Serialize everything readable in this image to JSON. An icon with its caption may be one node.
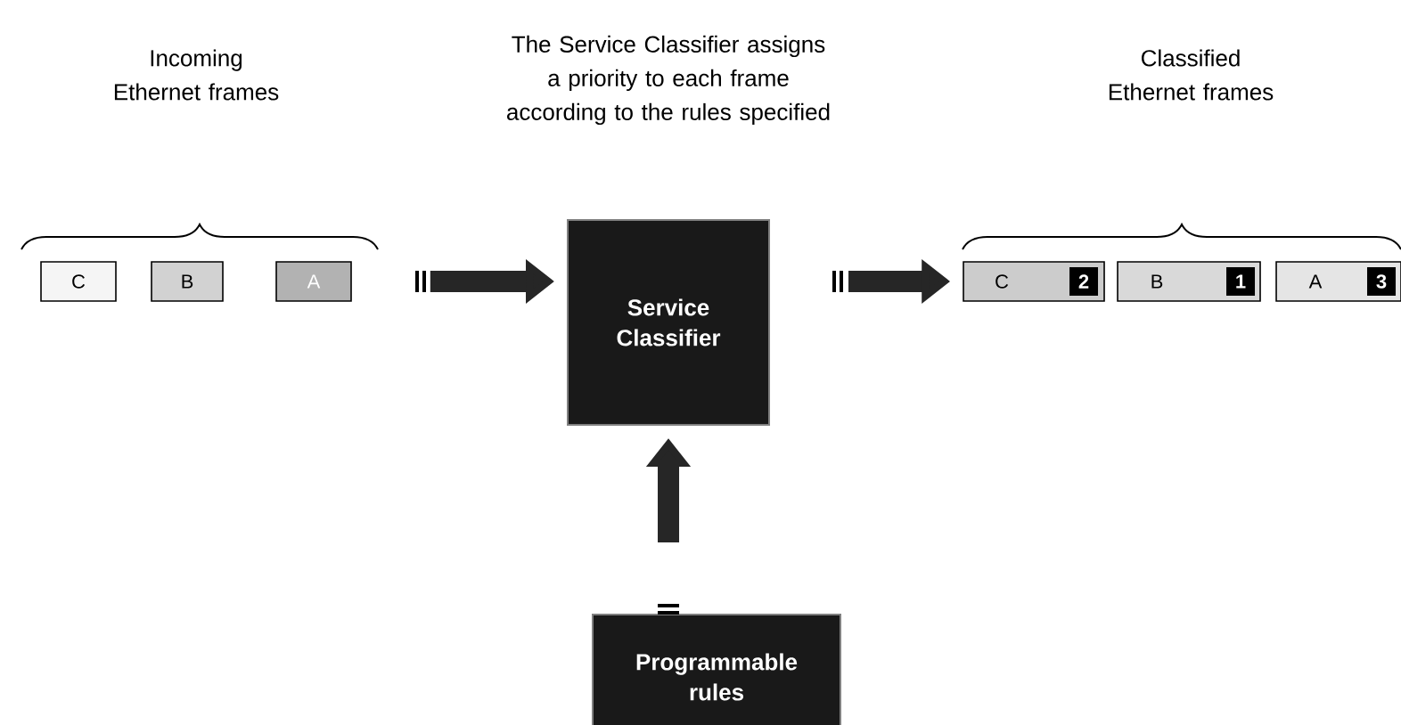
{
  "diagram": {
    "nodes": [
      {
        "text": [
          "C"
        ]
      },
      {
        "text": [
          "B"
        ]
      },
      {
        "text": [
          "A"
        ]
      },
      {
        "text": [
          "Service Classifier"
        ]
      },
      {
        "text": [
          "C",
          "2"
        ]
      },
      {
        "text": [
          "B",
          "1"
        ]
      },
      {
        "text": [
          "A",
          "3"
        ]
      },
      {
        "text": [
          "Programmable rules"
        ]
      }
    ],
    "edges": [
      {
        "from": 2,
        "to": 3,
        "arrow": "to"
      },
      {
        "from": 3,
        "to": 4,
        "arrow": "to"
      },
      {
        "from": 7,
        "to": 3,
        "arrow": "to"
      }
    ],
    "labels": [
      "Incoming Ethernet frames",
      "The Service Classifier assigns a priority to each frame according to the rules specified",
      "Classified Ethernet frames"
    ]
  }
}
